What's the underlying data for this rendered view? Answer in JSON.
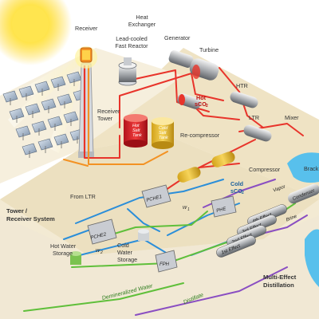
{
  "labels": {
    "receiver": "Receiver",
    "heat_exchanger_1": "Heat",
    "heat_exchanger_2": "Exchanger",
    "reactor_1": "Lead-cooled",
    "reactor_2": "Fast Reactor",
    "generator": "Generator",
    "turbine": "Turbine",
    "htr": "HTR",
    "hot_sco2_1": "Hot",
    "hot_sco2_2": "sCO",
    "receiver_tower_1": "Receiver",
    "receiver_tower_2": "Tower",
    "ltr": "LTR",
    "mixer": "Mixer",
    "hot_salt_1": "Hot",
    "hot_salt_2": "Salt",
    "hot_salt_3": "Tank",
    "cold_salt_1": "Cold",
    "cold_salt_2": "Salt",
    "cold_salt_3": "Tank",
    "recompressor": "Re-compressor",
    "compressor": "Compressor",
    "brackish": "Brack",
    "from_ltr": "From LTR",
    "pche1": "PCHE1",
    "w1": "w",
    "w1_sub": "1",
    "cold_sco2_1": "Cold",
    "cold_sco2_2": "sCO",
    "phe": "PHE",
    "vapor": "Vapor",
    "condenser": "Condenser",
    "brine": "Brine",
    "effect_4": "4th Effect",
    "effect_3": "3rd Effect",
    "effect_2": "2nd Effect",
    "effect_1": "1st Effect",
    "tower_system_1": "Tower /",
    "tower_system_2": "Receiver System",
    "pche2": "PCHE2",
    "hot_water_1": "Hot Water",
    "hot_water_2": "Storage",
    "cold_water_1": "Cold",
    "cold_water_2": "Water",
    "cold_water_3": "Storage",
    "w2": "w",
    "w2_sub": "2",
    "fph": "FPH",
    "demineralized": "Demineralized Water",
    "distillate": "Distillate",
    "med_1": "Multi-Effect",
    "med_2": "Distillation",
    "sub2": "2"
  },
  "colors": {
    "hot_line": "#e8342b",
    "orange_line": "#f39223",
    "cold_line": "#2b8ed9",
    "green_line": "#5fbf3a",
    "purple_line": "#8a4ec2",
    "platform": "#efe3c4",
    "water": "#58c0ec"
  }
}
